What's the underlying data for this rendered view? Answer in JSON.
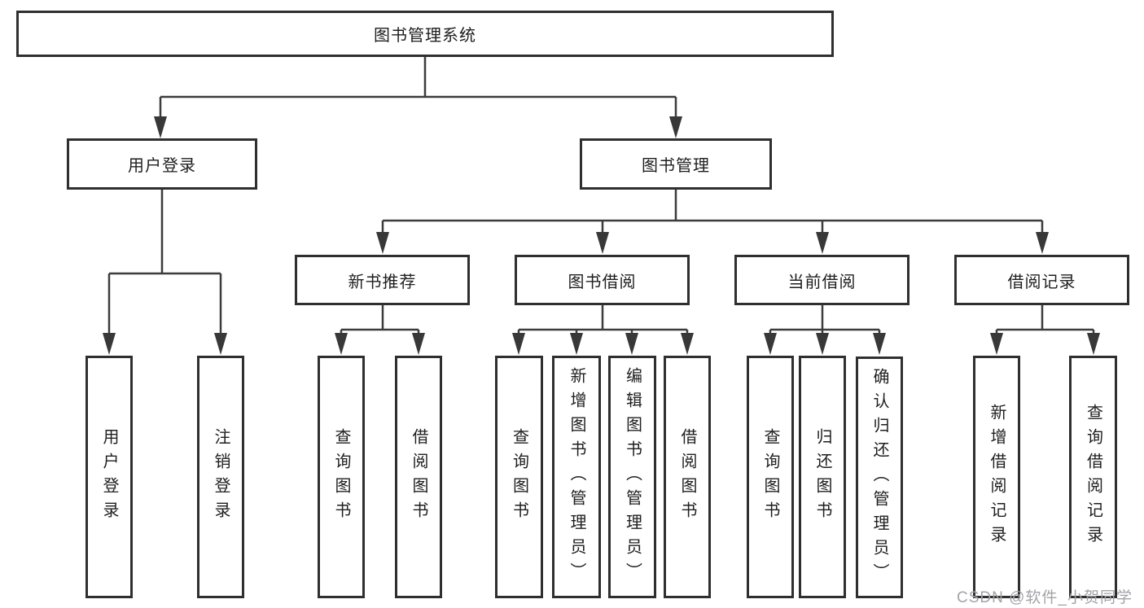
{
  "tree": {
    "root": {
      "label": "图书管理系统",
      "children": [
        {
          "label": "用户登录",
          "children": [
            {
              "label": "用户登录"
            },
            {
              "label": "注销登录"
            }
          ]
        },
        {
          "label": "图书管理",
          "children": [
            {
              "label": "新书推荐",
              "children": [
                {
                  "label": "查询图书"
                },
                {
                  "label": "借阅图书"
                }
              ]
            },
            {
              "label": "图书借阅",
              "children": [
                {
                  "label": "查询图书"
                },
                {
                  "label": "新增图书（管理员）"
                },
                {
                  "label": "编辑图书（管理员）"
                },
                {
                  "label": "借阅图书"
                }
              ]
            },
            {
              "label": "当前借阅",
              "children": [
                {
                  "label": "查询图书"
                },
                {
                  "label": "归还图书"
                },
                {
                  "label": "确认归还（管理员）"
                }
              ]
            },
            {
              "label": "借阅记录",
              "children": [
                {
                  "label": "新增借阅记录"
                },
                {
                  "label": "查询借阅记录"
                }
              ]
            }
          ]
        }
      ]
    }
  },
  "watermark": "CSDN @软件_小贺同学",
  "colors": {
    "line": "#3c3c3c",
    "border": "#2f2f2f",
    "text": "#1e1e1e",
    "watermark": "#a3a3a8"
  }
}
